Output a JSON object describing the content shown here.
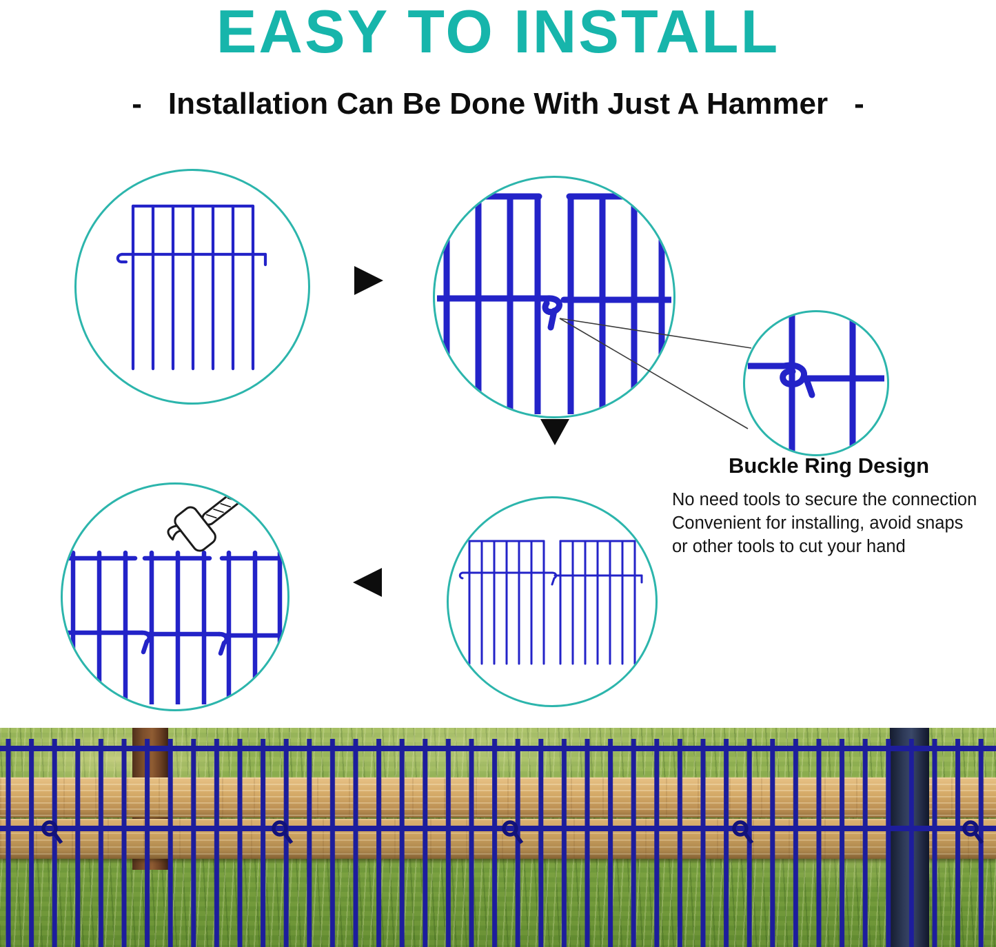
{
  "header": {
    "title": "EASY TO INSTALL",
    "dash": "-",
    "subtitle": "Installation Can Be Done With Just A Hammer"
  },
  "callout": {
    "title": "Buckle Ring Design",
    "lines": [
      "No need tools to secure the connection",
      "Convenient for installing, avoid snaps",
      "or other tools to cut your hand"
    ]
  },
  "figures": {
    "step1": "single-fence-panel",
    "step2": "two-panels-hook-connection",
    "zoom": "buckle-ring-closeup",
    "step3": "connected-panels",
    "step4": "hammer-driving-panels"
  },
  "colors": {
    "accent_teal": "#17b5ab",
    "circle_border_teal": "#2cb5ac",
    "diagram_blue": "#2323c8",
    "photo_fence_blue": "#1d1d9c",
    "text_black": "#0d0d0d",
    "grass_green": "#7da343",
    "wood_tan": "#d6ab68"
  }
}
